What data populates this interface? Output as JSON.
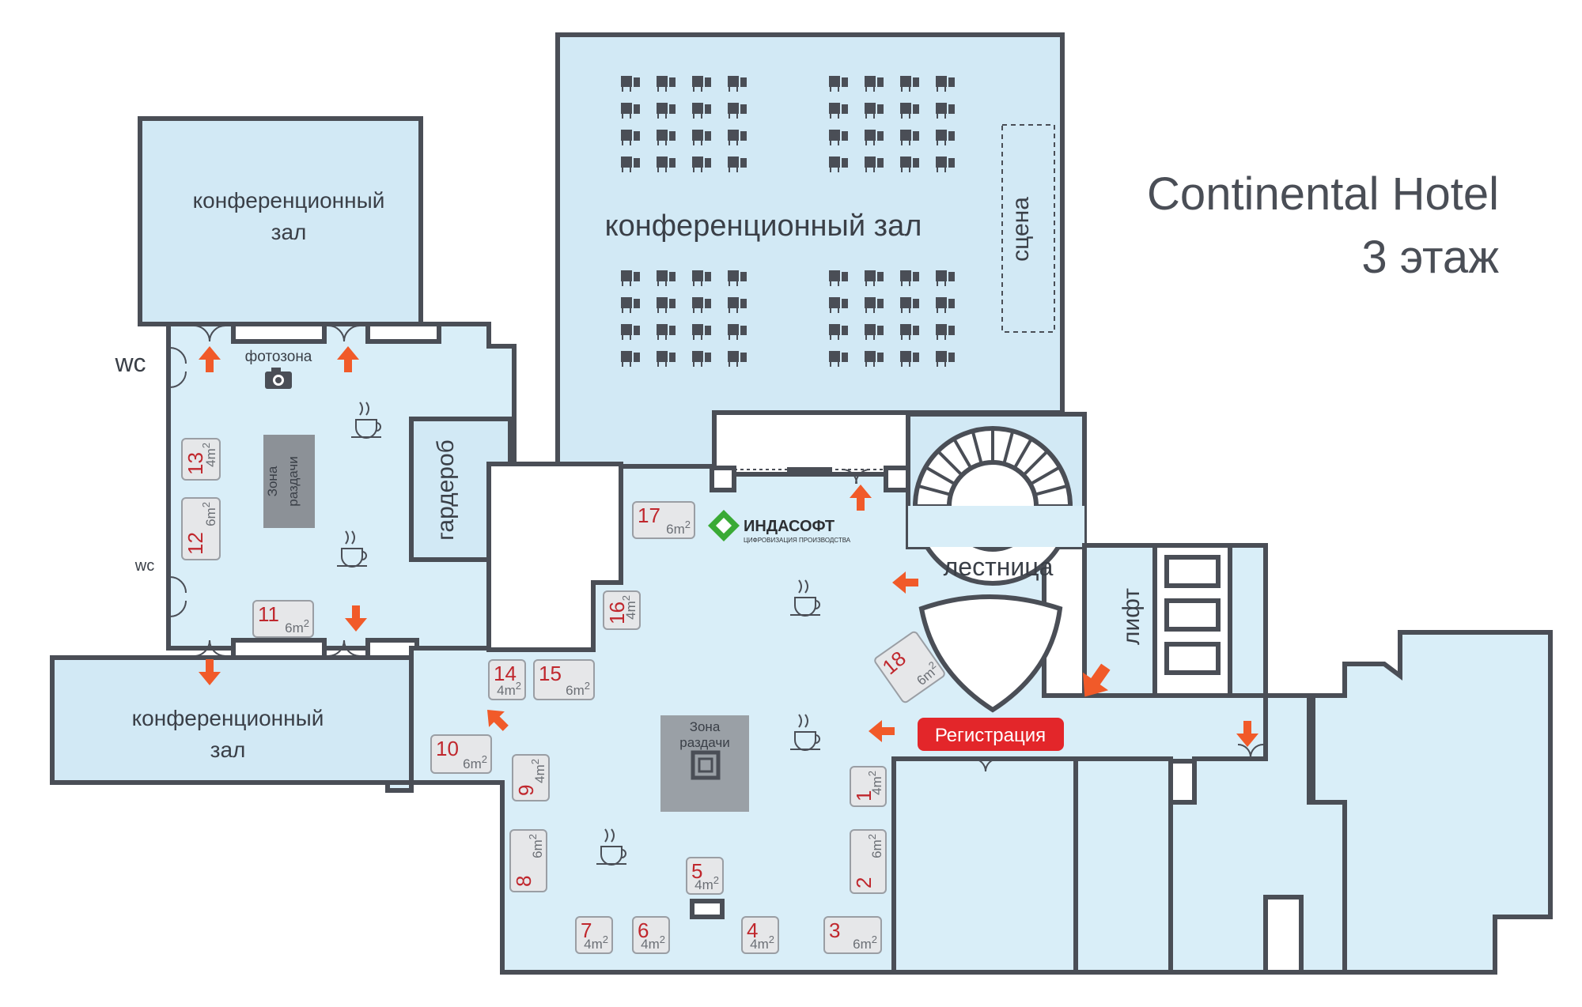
{
  "title": {
    "line1": "Continental Hotel",
    "line2": "3 этаж"
  },
  "rooms": {
    "conf_top_left_line1": "конференционный",
    "conf_top_left_line2": "зал",
    "conf_bottom_left_line1": "конференционный",
    "conf_bottom_left_line2": "зал",
    "conf_main": "конференционный зал",
    "stage": "сцена",
    "wc_top": "wc",
    "wc_mid": "wc",
    "photozone": "фотозона",
    "wardrobe": "гардероб",
    "stairs": "лестница",
    "lift": "лифт",
    "registration": "Регистрация",
    "serve_left_line1": "Зона",
    "serve_left_line2": "раздачи",
    "serve_center_line1": "Зона",
    "serve_center_line2": "раздачи"
  },
  "sponsor": {
    "name": "ИНДАСОФТ",
    "tagline": "ЦИФРОВИЗАЦИЯ ПРОИЗВОДСТВА"
  },
  "booths": [
    {
      "num": "1",
      "area": "4m",
      "sup": "2"
    },
    {
      "num": "2",
      "area": "6m",
      "sup": "2"
    },
    {
      "num": "3",
      "area": "6m",
      "sup": "2"
    },
    {
      "num": "4",
      "area": "4m",
      "sup": "2"
    },
    {
      "num": "5",
      "area": "4m",
      "sup": "2"
    },
    {
      "num": "6",
      "area": "4m",
      "sup": "2"
    },
    {
      "num": "7",
      "area": "4m",
      "sup": "2"
    },
    {
      "num": "8",
      "area": "6m",
      "sup": "2"
    },
    {
      "num": "9",
      "area": "4m",
      "sup": "2"
    },
    {
      "num": "10",
      "area": "6m",
      "sup": "2"
    },
    {
      "num": "11",
      "area": "6m",
      "sup": "2"
    },
    {
      "num": "12",
      "area": "6m",
      "sup": "2"
    },
    {
      "num": "13",
      "area": "4m",
      "sup": "2"
    },
    {
      "num": "14",
      "area": "4m",
      "sup": "2"
    },
    {
      "num": "15",
      "area": "6m",
      "sup": "2"
    },
    {
      "num": "16",
      "area": "4m",
      "sup": "2"
    },
    {
      "num": "17",
      "area": "6m",
      "sup": "2"
    },
    {
      "num": "18",
      "area": "6m",
      "sup": "2"
    }
  ],
  "colors": {
    "floor": "#d9eef8",
    "wall": "#4a4e56",
    "arrow": "#f15a29",
    "booth_number": "#c0272d",
    "registration": "#e3262a",
    "highlight_booth": "#a9dcf3",
    "sponsor_green": "#3aaa35"
  },
  "icons": [
    "coffee-icon",
    "camera-icon",
    "arrow-icon",
    "chair-icon",
    "door-icon",
    "sponsor-logo-icon"
  ]
}
